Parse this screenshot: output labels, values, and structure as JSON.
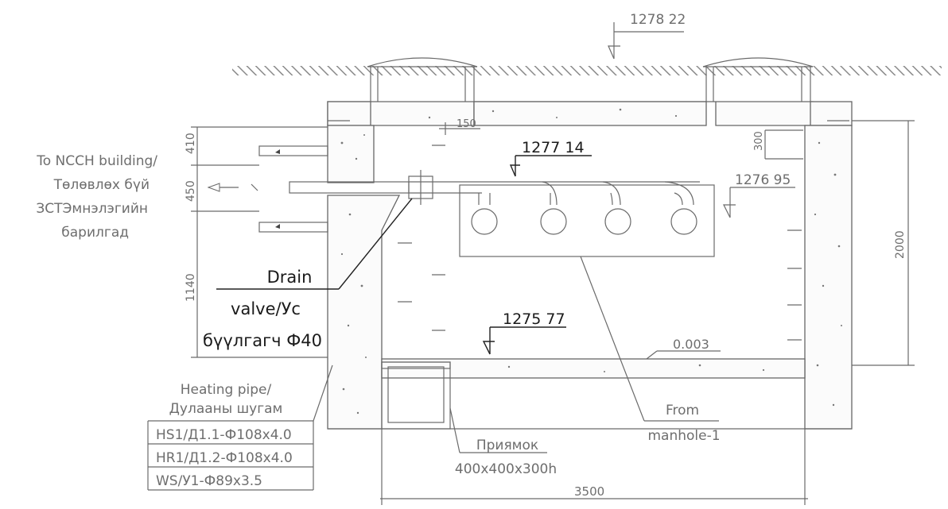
{
  "elevations": {
    "ground": "1278 22",
    "pipe_top": "1277 14",
    "duct_top": "1276 95",
    "floor": "1275 77"
  },
  "dimensions": {
    "d410": "410",
    "d450": "450",
    "d1140": "1140",
    "d150": "150",
    "d300": "300",
    "d2000": "2000",
    "d3500": "3500",
    "slope": "0.003"
  },
  "labels": {
    "outlet_line1": "To NCCH building/",
    "outlet_line2": "Төлөвлөх бүй",
    "outlet_line3": "ЗСТЭмнэлэгийн",
    "outlet_line4": "барилгад",
    "drain_line1": "Drain",
    "drain_line2": "valve/Ус",
    "drain_line3": "бүүлгагч Ф40",
    "heating_line1": "Heating pipe/",
    "heating_line2": "Дулааны шугам",
    "from_line1": "From",
    "from_line2": "manhole-1",
    "sump_line1": "Приямок",
    "sump_line2": "400x400x300h"
  },
  "pipe_table": [
    "HS1/Д1.1-Ф108x4.0",
    "HR1/Д1.2-Ф108x4.0",
    "WS/У1-Ф89x3.5"
  ],
  "colors": {
    "line": "#6a6a6a",
    "text": "#6e6e6e",
    "dark_text": "#1a1a1a"
  }
}
